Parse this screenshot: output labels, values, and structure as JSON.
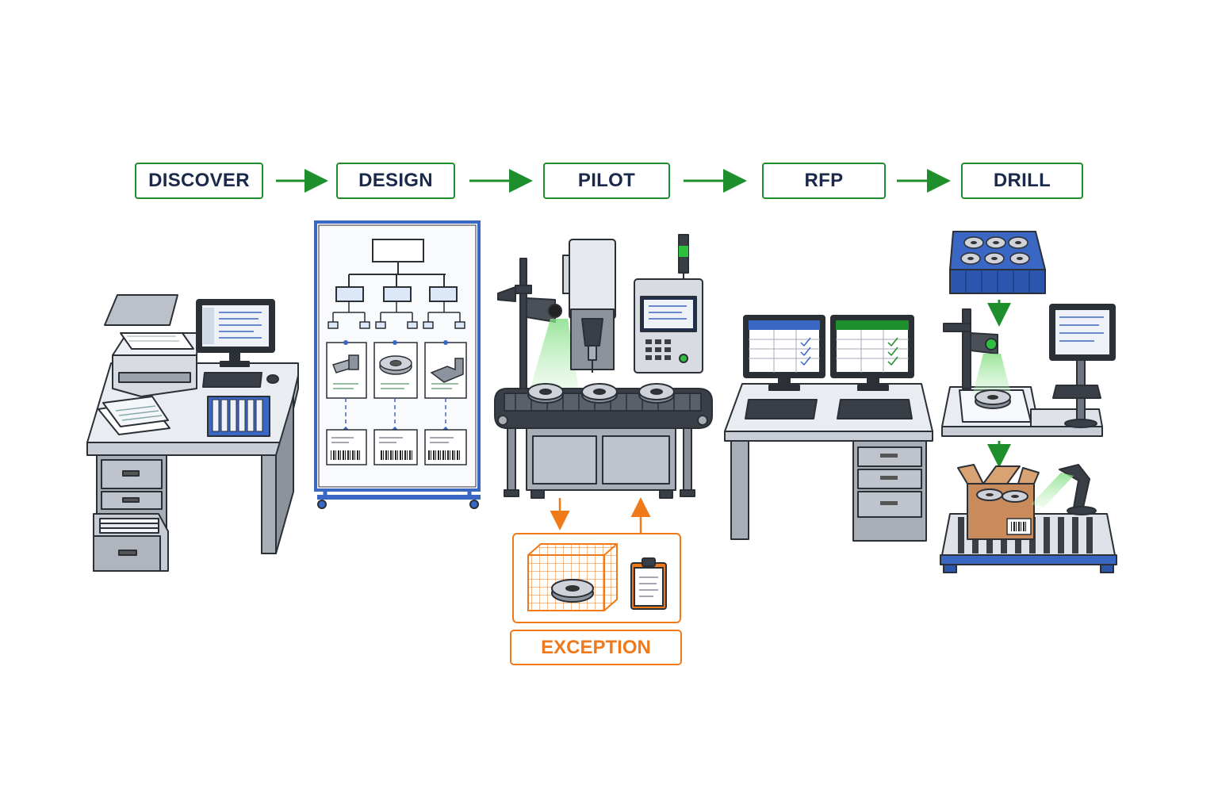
{
  "stages": [
    {
      "label": "DISCOVER"
    },
    {
      "label": "DESIGN"
    },
    {
      "label": "PILOT"
    },
    {
      "label": "RFP"
    },
    {
      "label": "DRILL"
    }
  ],
  "exception": {
    "label": "EXCEPTION"
  },
  "colors": {
    "stage_border": "#1f8f2e",
    "stage_text": "#1b2a4a",
    "arrow": "#1f8f2e",
    "exception": "#f07a1a",
    "accent_blue": "#3a66c4",
    "metal": "#a9adb5",
    "dark": "#2b2f36"
  },
  "icons": [
    "printer-icon",
    "monitor-icon",
    "filing-cabinet-icon",
    "whiteboard-icon",
    "cnc-machine-icon",
    "conveyor-icon",
    "camera-icon",
    "quarantine-cage-icon",
    "clipboard-icon",
    "parts-bin-icon",
    "barcode-scanner-icon",
    "shipping-box-icon"
  ]
}
